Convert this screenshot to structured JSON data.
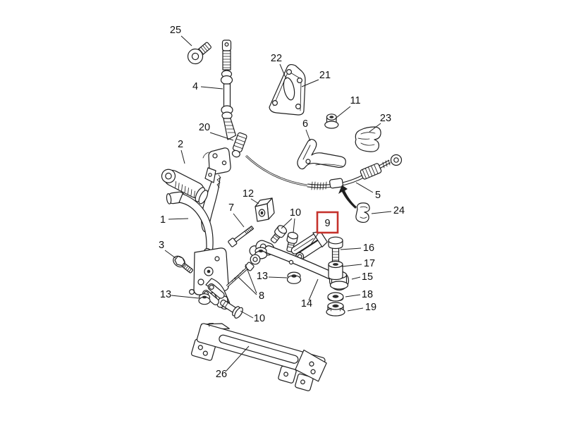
{
  "diagram": {
    "kind": "exploded-parts-diagram",
    "background_color": "#ffffff",
    "line_color": "#1f1f1f",
    "highlight_color": "#c5322c",
    "highlighted_part": "9",
    "callouts": {
      "p1": "1",
      "p2": "2",
      "p3": "3",
      "p4": "4",
      "p5": "5",
      "p6": "6",
      "p7": "7",
      "p8": "8",
      "p9": "9",
      "p10_top": "10",
      "p10_bottom": "10",
      "p11": "11",
      "p12": "12",
      "p13_left": "13",
      "p13_mid": "13",
      "p14": "14",
      "p15": "15",
      "p16": "16",
      "p17": "17",
      "p18": "18",
      "p19": "19",
      "p20": "20",
      "p21": "21",
      "p22": "22",
      "p23": "23",
      "p24": "24",
      "p25": "25",
      "p26": "26"
    }
  }
}
